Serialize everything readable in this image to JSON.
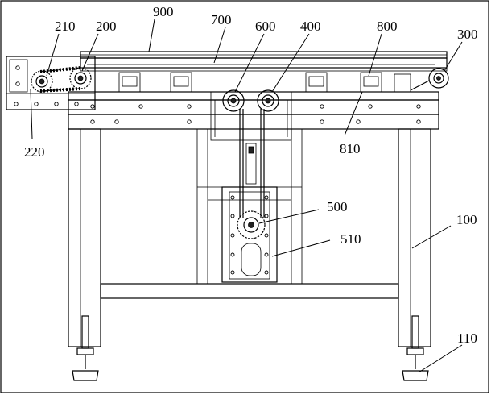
{
  "labels": {
    "l900": "900",
    "l700": "700",
    "l600": "600",
    "l400": "400",
    "l800": "800",
    "l300": "300",
    "l210": "210",
    "l200": "200",
    "l220": "220",
    "l810": "810",
    "l500": "500",
    "l510": "510",
    "l100": "100",
    "l110": "110"
  }
}
